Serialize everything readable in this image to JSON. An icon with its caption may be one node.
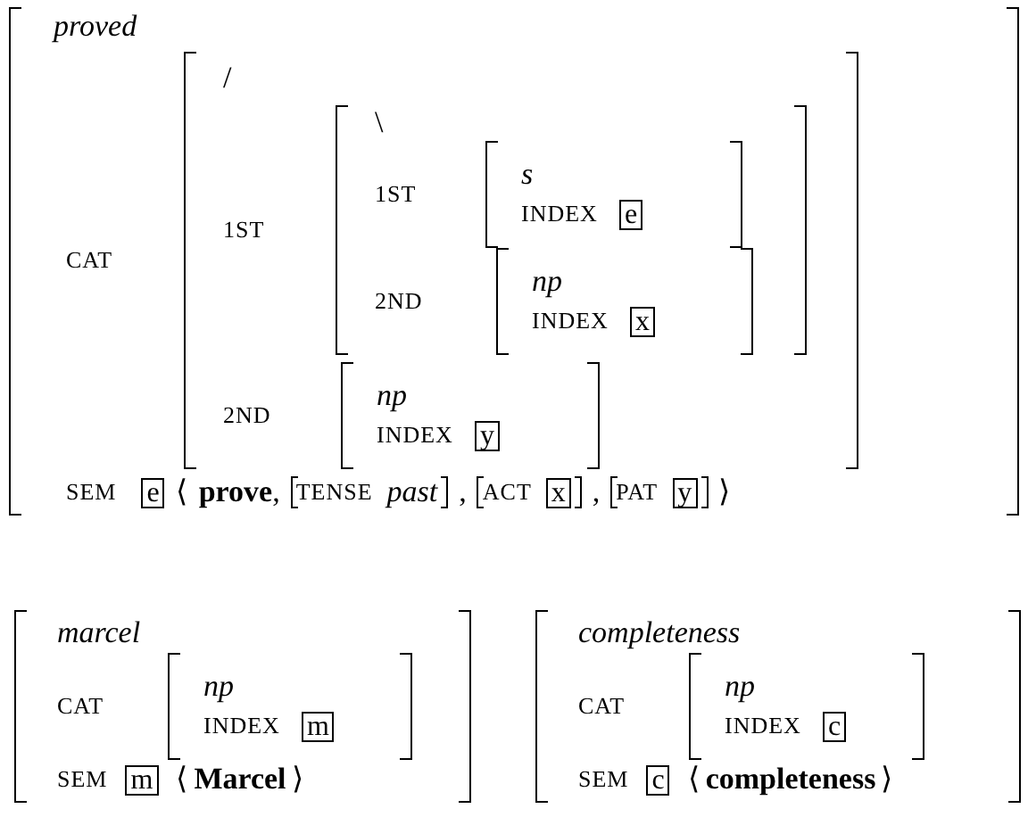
{
  "diagram": {
    "nodes": [
      {
        "text": [
          "proved",
          "CAT",
          "SEM",
          "⟨",
          "**prove**,",
          ",",
          ",",
          "⟩"
        ]
      },
      {
        "text": [
          "/",
          "1ST",
          "2ND"
        ],
        "in": 0
      },
      {
        "text": [
          "\\",
          "1ST",
          "2ND"
        ],
        "in": 1
      },
      {
        "text": [
          "s",
          "INDEX"
        ],
        "in": 2
      },
      {
        "text": [
          "e"
        ],
        "in": 3
      },
      {
        "text": [
          "np",
          "INDEX"
        ],
        "in": 2
      },
      {
        "text": [
          "x"
        ],
        "in": 5
      },
      {
        "text": [
          "np",
          "INDEX"
        ],
        "in": 1
      },
      {
        "text": [
          "y"
        ],
        "in": 7
      },
      {
        "text": [
          "e"
        ],
        "in": 0
      },
      {
        "text": [
          "TENSE",
          "past"
        ],
        "in": 0
      },
      {
        "text": [
          "ACT"
        ],
        "in": 0
      },
      {
        "text": [
          "x"
        ],
        "in": 11
      },
      {
        "text": [
          "PAT"
        ],
        "in": 0
      },
      {
        "text": [
          "y"
        ],
        "in": 13
      },
      {
        "text": [
          "marcel",
          "CAT",
          "SEM",
          "⟨",
          "Marcel",
          "⟩"
        ]
      },
      {
        "text": [
          "np",
          "INDEX"
        ],
        "in": 15
      },
      {
        "text": [
          "m"
        ],
        "in": 16
      },
      {
        "text": [
          "m"
        ],
        "in": 15
      },
      {
        "text": [
          "completeness",
          "CAT",
          "SEM",
          "⟨",
          "completeness",
          "⟩"
        ]
      },
      {
        "text": [
          "np",
          "INDEX"
        ],
        "in": 19
      },
      {
        "text": [
          "c"
        ],
        "in": 20
      },
      {
        "text": [
          "c"
        ],
        "in": 19
      }
    ]
  }
}
